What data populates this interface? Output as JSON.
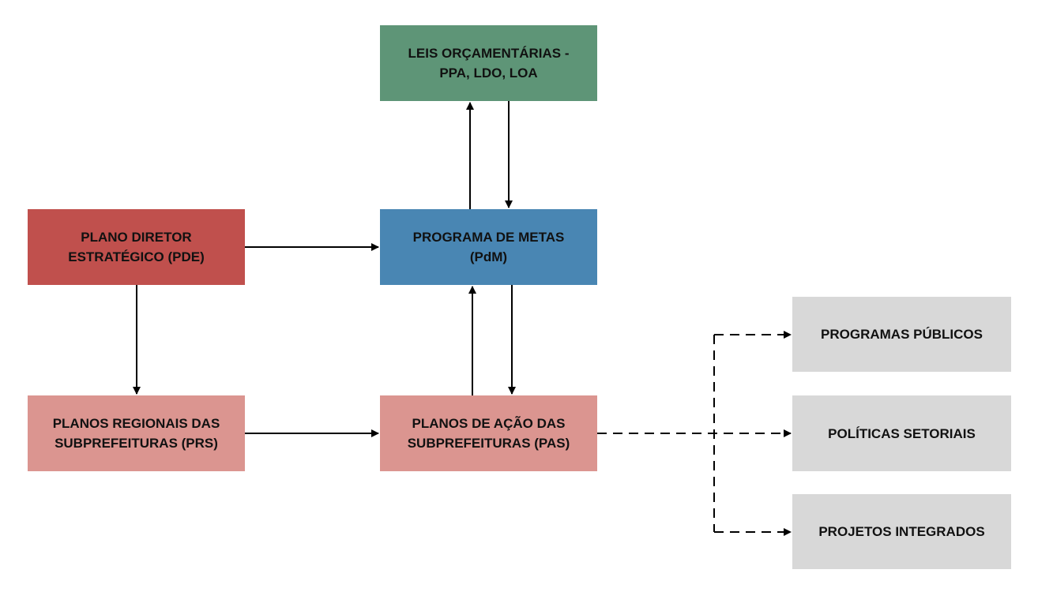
{
  "colors": {
    "leis": "#5e9577",
    "pdm": "#4986b3",
    "pde": "#c0504d",
    "regional": "#db9590",
    "output": "#d8d8d8",
    "line": "#000000"
  },
  "boxes": {
    "leis": "LEIS ORÇAMENTÁRIAS -\nPPA, LDO, LOA",
    "pdm": "PROGRAMA DE METAS\n(PdM)",
    "pde": "PLANO DIRETOR\nESTRATÉGICO (PDE)",
    "prs": "PLANOS REGIONAIS DAS\nSUBPREFEITURAS (PRS)",
    "pas": "PLANOS DE AÇÃO DAS\nSUBPREFEITURAS (PAS)",
    "programas": "PROGRAMAS PÚBLICOS",
    "politicas": "POLÍTICAS SETORIAIS",
    "projetos": "PROJETOS INTEGRADOS"
  }
}
